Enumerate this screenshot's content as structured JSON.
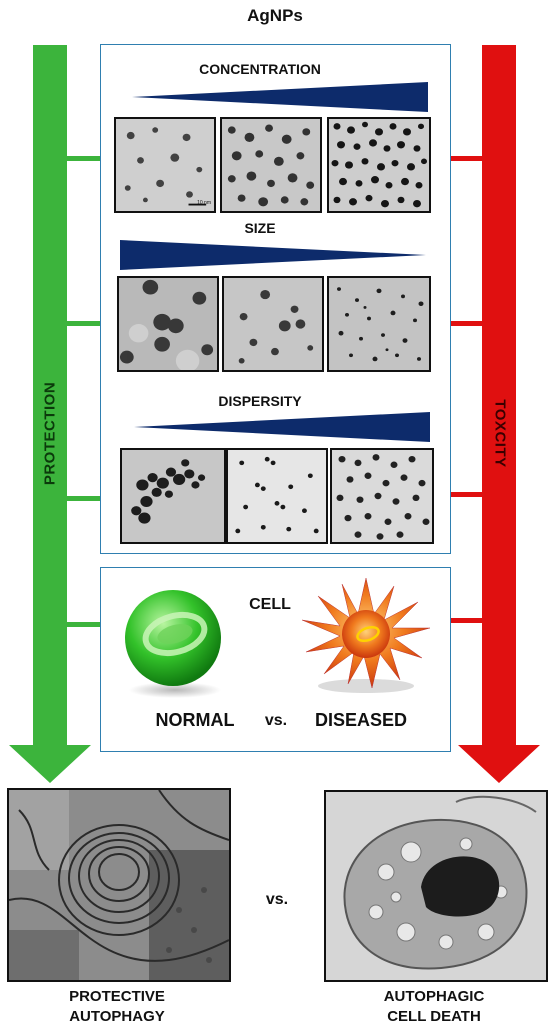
{
  "title": "AgNPs",
  "left_arrow": {
    "label": "PROTECTION",
    "color": "#3cb43c",
    "text_color": "#0b3a0b"
  },
  "right_arrow": {
    "label": "TOXCITY",
    "color": "#e01010",
    "text_color": "#3a0000"
  },
  "factors": [
    {
      "label": "CONCENTRATION",
      "scale_bar": "10 nm"
    },
    {
      "label": "SIZE"
    },
    {
      "label": "DISPERSITY"
    }
  ],
  "cell_panel": {
    "title": "CELL",
    "normal": "NORMAL",
    "versus": "vs.",
    "diseased": "DISEASED"
  },
  "outcomes": {
    "left": {
      "line1": "PROTECTIVE",
      "line2": "AUTOPHAGY"
    },
    "versus": "vs.",
    "right": {
      "line1": "AUTOPHAGIC",
      "line2": "CELL DEATH"
    }
  },
  "colors": {
    "frame": "#2f7fb0",
    "wedge": "#0d2b6b",
    "micrograph_bg": "#c9c9c9",
    "particle": "#1a1a1a"
  }
}
